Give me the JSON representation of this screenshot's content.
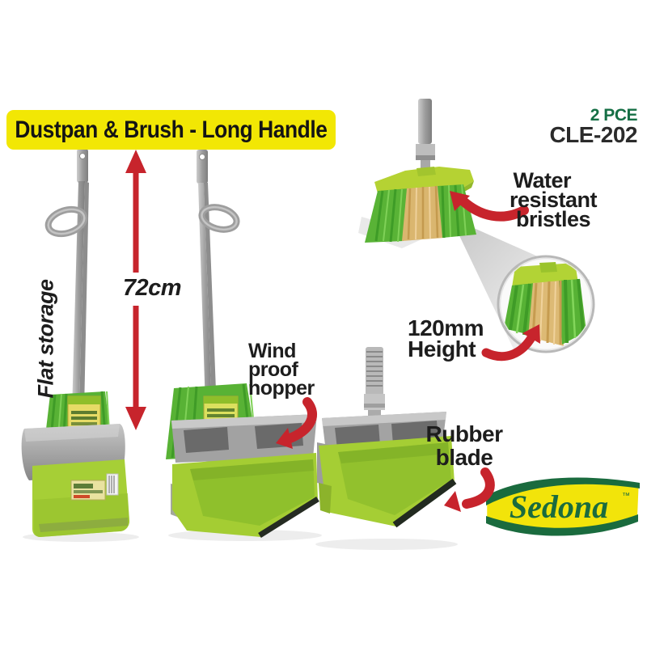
{
  "banner": {
    "title": "Dustpan & Brush - Long Handle"
  },
  "product_info": {
    "pieces": "2 PCE",
    "code": "CLE-202"
  },
  "callouts": {
    "flat_storage": "Flat storage",
    "handle_length": "72cm",
    "bristles_line1": "Water",
    "bristles_line2": "resistant",
    "bristles_line3": "bristles",
    "hopper_line1": "Wind",
    "hopper_line2": "proof",
    "hopper_line3": "hopper",
    "height_line1": "120mm",
    "height_line2": "Height",
    "blade_line1": "Rubber",
    "blade_line2": "blade"
  },
  "brand": {
    "name": "Sedona",
    "trademark": "™"
  },
  "illustrations": {
    "left": "dustpan-with-broom-stored-upright",
    "middle": "dustpan-open-with-broom",
    "right": "dustpan-open-with-handle",
    "top_right": "broom-head-closeup",
    "circle": "bristle-magnified-view"
  },
  "colors": {
    "banner_yellow": "#f2e704",
    "accent_red": "#c7242c",
    "brand_green": "#156f45",
    "product_lime": "#a6ce39",
    "bristle_green": "#55b134",
    "bristle_tan": "#dcb873",
    "logo_yellow": "#f2e40a",
    "logo_green": "#1a6b3e",
    "text_black": "#1d1d1d"
  }
}
